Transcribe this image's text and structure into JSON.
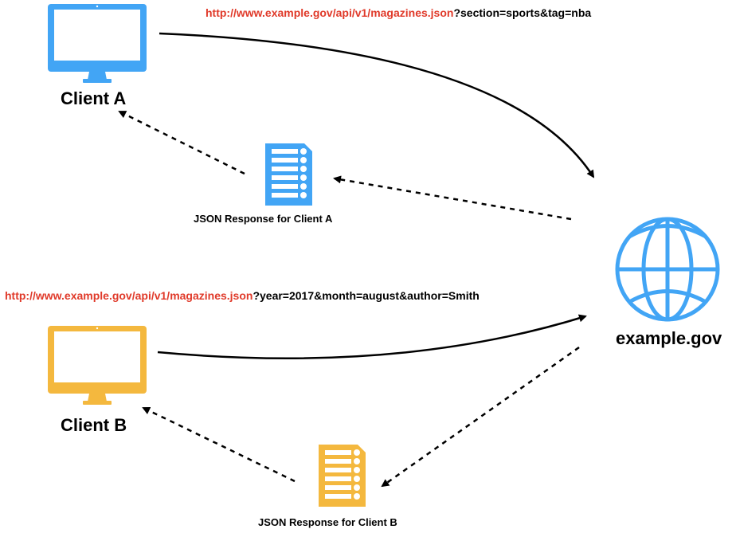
{
  "client_a": {
    "label": "Client A",
    "url_base": "http://www.example.gov/api/v1/magazines.json",
    "url_query": "?section=sports&tag=nba",
    "response_label": "JSON Response for Client A"
  },
  "client_b": {
    "label": "Client B",
    "url_base": "http://www.example.gov/api/v1/magazines.json",
    "url_query": "?year=2017&month=august&author=Smith",
    "response_label": "JSON Response for Client B"
  },
  "server": {
    "label": "example.gov"
  },
  "colors": {
    "client_a": "#42a5f5",
    "client_b": "#f4b83e",
    "server": "#42a5f5",
    "url": "#e03a2a"
  }
}
